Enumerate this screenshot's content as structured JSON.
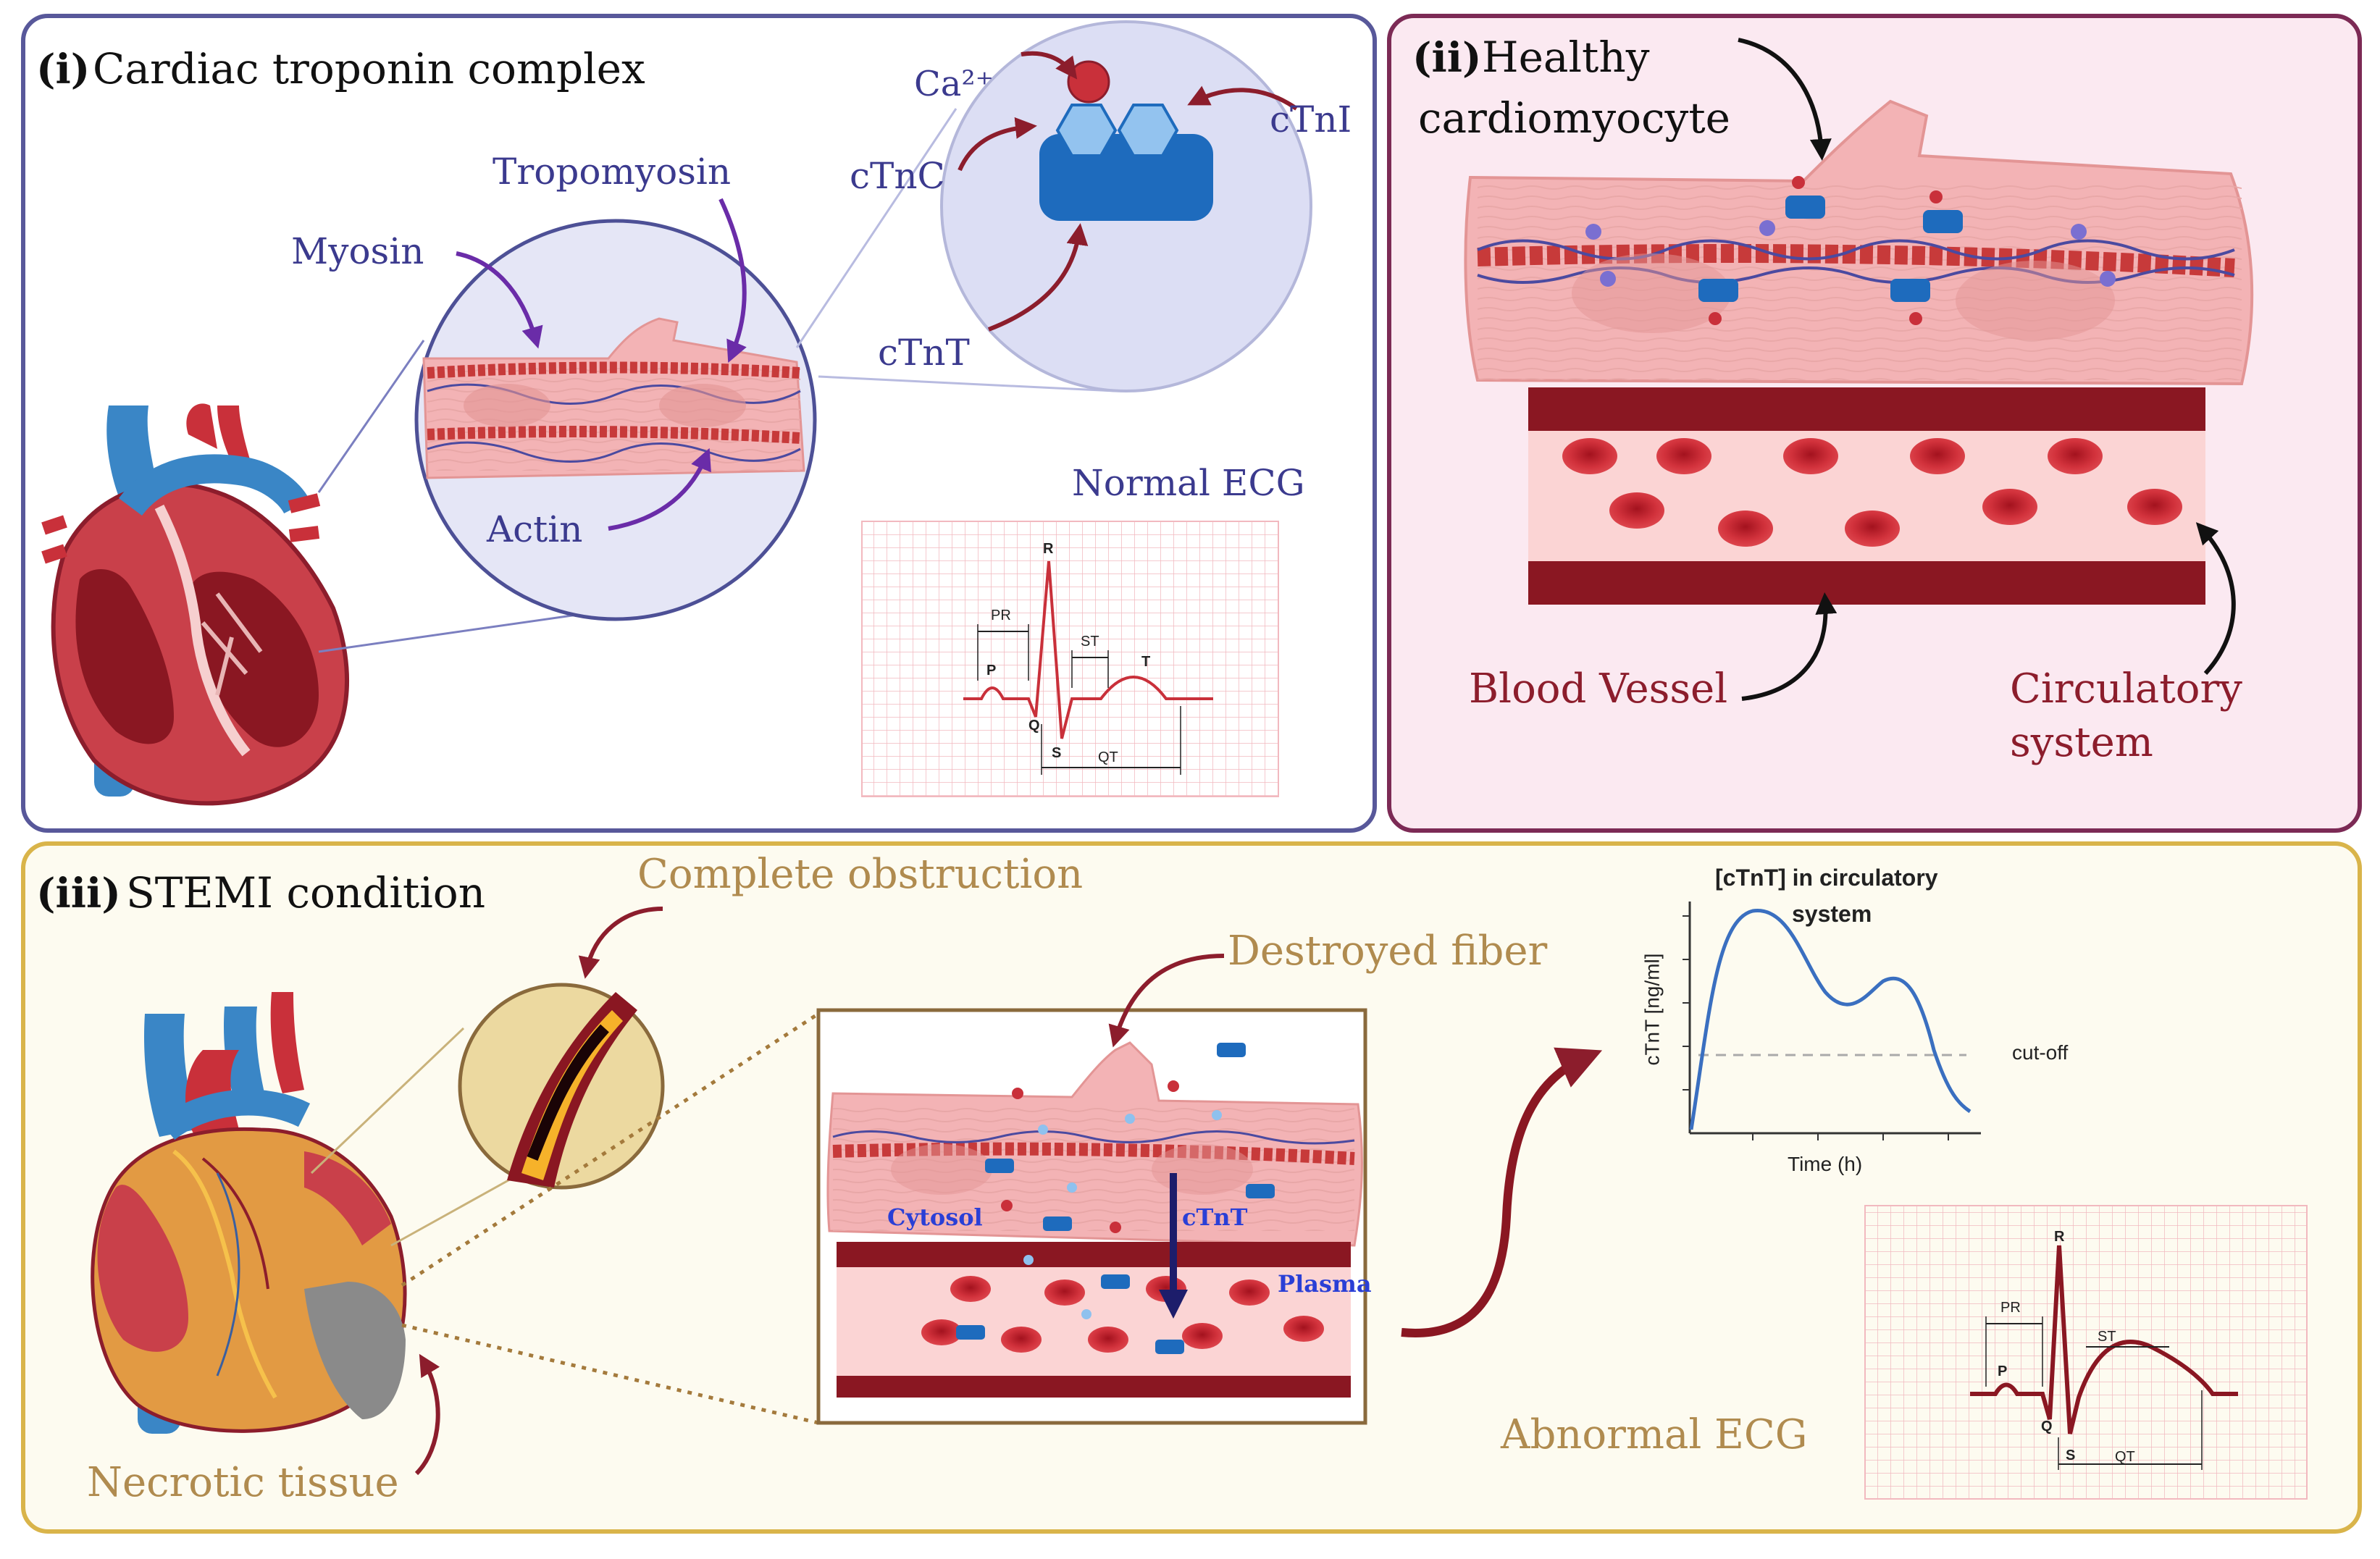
{
  "colors": {
    "panel1_border": "#58589a",
    "panel1_fill": "#ffffff",
    "panel2_border": "#7c2a55",
    "panel2_fill": "#fbe9f1",
    "panel3_border": "#d9b44a",
    "panel3_fill": "#fdfbf0",
    "label_blue": "#3b3a8e",
    "label_red": "#8c1d2c",
    "label_gold": "#b08b4f",
    "arrow_purple": "#6a2ca8",
    "arrow_maroon": "#8c1d2c"
  },
  "panel1": {
    "tag": "(i)",
    "title": "Cardiac troponin complex",
    "labels": {
      "myosin": "Myosin",
      "tropomyosin": "Tropomyosin",
      "actin": "Actin",
      "ca": "Ca²⁺",
      "ctnc": "cTnC",
      "ctni": "cTnI",
      "ctnt": "cTnT"
    },
    "ecg": {
      "title": "Normal ECG",
      "p": "P",
      "q": "Q",
      "r": "R",
      "s": "S",
      "t": "T",
      "pr": "PR",
      "st": "ST",
      "qt": "QT"
    }
  },
  "panel2": {
    "tag": "(ii)",
    "title_line1": "Healthy",
    "title_line2": "cardiomyocyte",
    "blood_vessel": "Blood Vessel",
    "circulatory_line1": "Circulatory",
    "circulatory_line2": "system"
  },
  "panel3": {
    "tag": "(iii)",
    "title": "STEMI condition",
    "complete_obstruction": "Complete obstruction",
    "destroyed_fiber": "Destroyed fiber",
    "cytosol": "Cytosol",
    "ctnt": "cTnT",
    "plasma": "Plasma",
    "necrotic_tissue": "Necrotic tissue",
    "abnormal_ecg": "Abnormal ECG",
    "ecg": {
      "p": "P",
      "q": "Q",
      "r": "R",
      "s": "S",
      "pr": "PR",
      "st": "ST",
      "qt": "QT"
    },
    "graph": {
      "title_line1": "[cTnT] in circulatory",
      "title_line2": "system",
      "ylabel": "cTnT [ng/ml]",
      "xlabel": "Time (h)",
      "cutoff": "cut-off"
    }
  }
}
